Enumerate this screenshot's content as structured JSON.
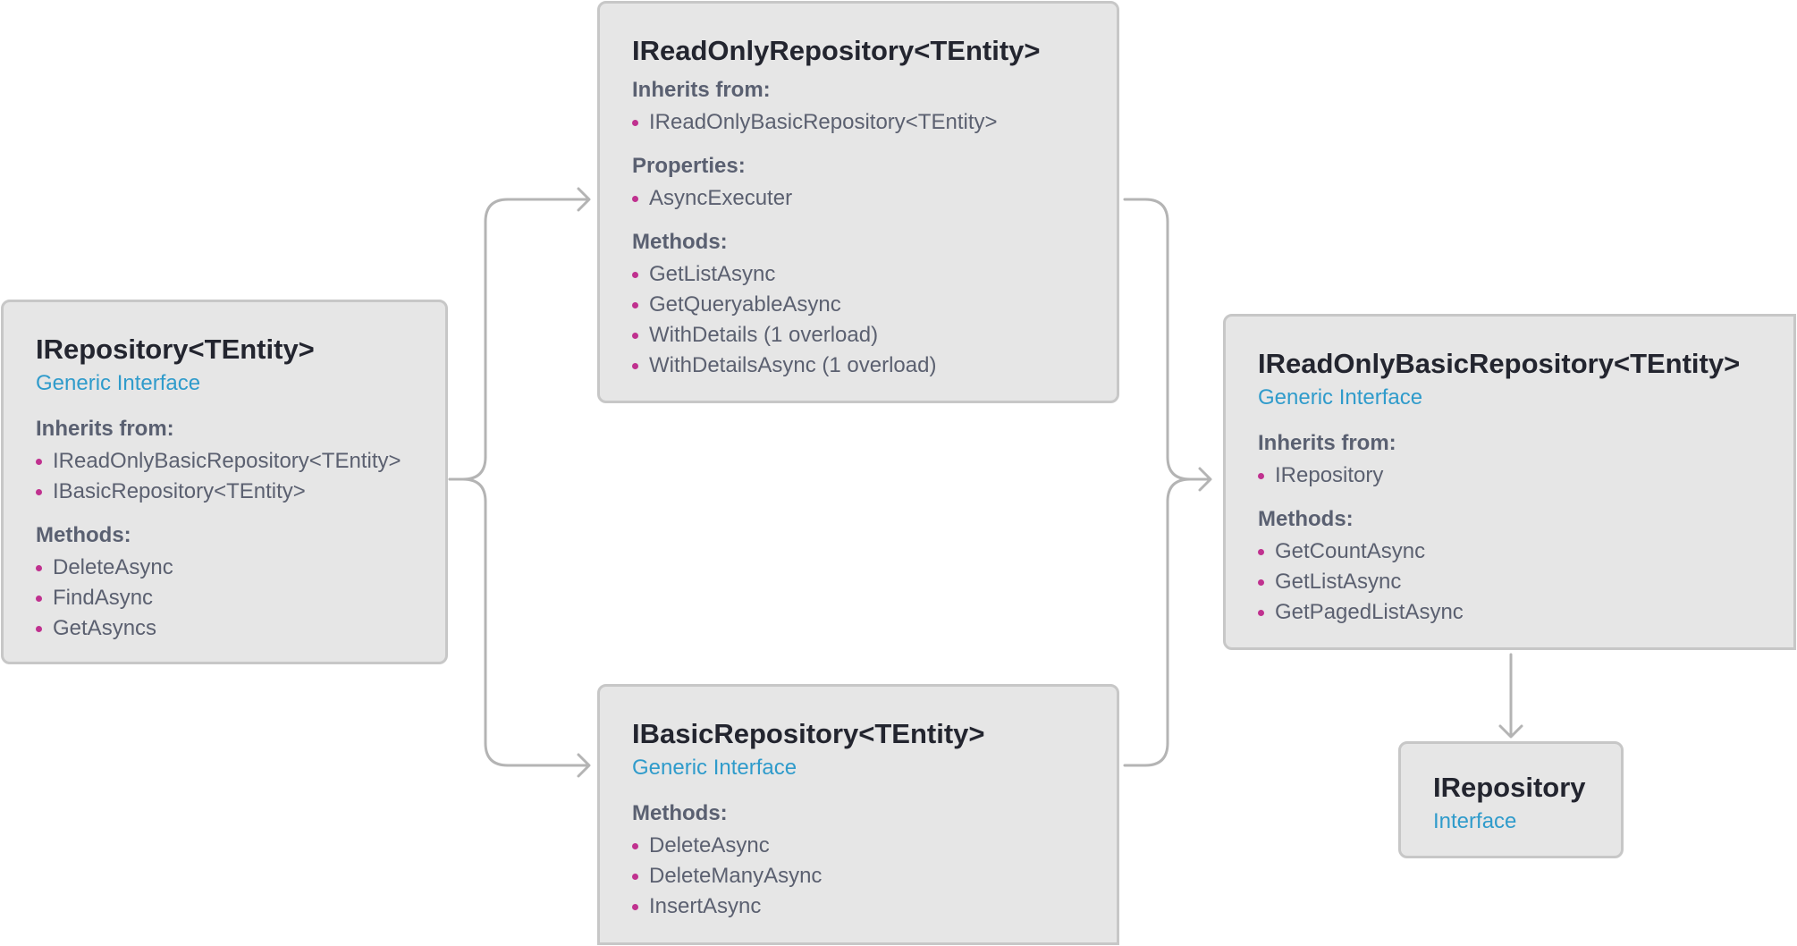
{
  "colors": {
    "box_fill": "#e6e6e6",
    "box_border": "#c7c7c7",
    "title": "#23252f",
    "subtitle": "#2f9bcb",
    "heading": "#5a6071",
    "text": "#5b6070",
    "bullet": "#c0318f",
    "connector": "#b4b4b4"
  },
  "boxes": {
    "irepository_tentity": {
      "title": "IRepository<TEntity>",
      "subtitle": "Generic Interface",
      "sections": [
        {
          "heading": "Inherits from:",
          "items": [
            "IReadOnlyBasicRepository<TEntity>",
            "IBasicRepository<TEntity>"
          ]
        },
        {
          "heading": "Methods:",
          "items": [
            "DeleteAsync",
            "FindAsync",
            "GetAsyncs"
          ]
        }
      ]
    },
    "ireadonlyrepository": {
      "title": "IReadOnlyRepository<TEntity>",
      "sections": [
        {
          "heading": "Inherits from:",
          "items": [
            "IReadOnlyBasicRepository<TEntity>"
          ]
        },
        {
          "heading": "Properties:",
          "items": [
            "AsyncExecuter"
          ]
        },
        {
          "heading": "Methods:",
          "items": [
            "GetListAsync",
            "GetQueryableAsync",
            "WithDetails (1 overload)",
            "WithDetailsAsync (1 overload)"
          ]
        }
      ]
    },
    "ibasicrepository": {
      "title": "IBasicRepository<TEntity>",
      "subtitle": "Generic Interface",
      "sections": [
        {
          "heading": "Methods:",
          "items": [
            "DeleteAsync",
            "DeleteManyAsync",
            "InsertAsync"
          ]
        }
      ]
    },
    "ireadonlybasicrepository": {
      "title": "IReadOnlyBasicRepository<TEntity>",
      "subtitle": "Generic Interface",
      "sections": [
        {
          "heading": "Inherits from:",
          "items": [
            "IRepository"
          ]
        },
        {
          "heading": "Methods:",
          "items": [
            "GetCountAsync",
            "GetListAsync",
            "GetPagedListAsync"
          ]
        }
      ]
    },
    "irepository": {
      "title": "IRepository",
      "subtitle": "Interface"
    }
  },
  "edges": [
    {
      "from": "IRepository<TEntity>",
      "to": "IReadOnlyRepository<TEntity>"
    },
    {
      "from": "IRepository<TEntity>",
      "to": "IBasicRepository<TEntity>"
    },
    {
      "from": "IReadOnlyRepository<TEntity>",
      "to": "IReadOnlyBasicRepository<TEntity>"
    },
    {
      "from": "IBasicRepository<TEntity>",
      "to": "IReadOnlyBasicRepository<TEntity>"
    },
    {
      "from": "IReadOnlyBasicRepository<TEntity>",
      "to": "IRepository"
    }
  ]
}
